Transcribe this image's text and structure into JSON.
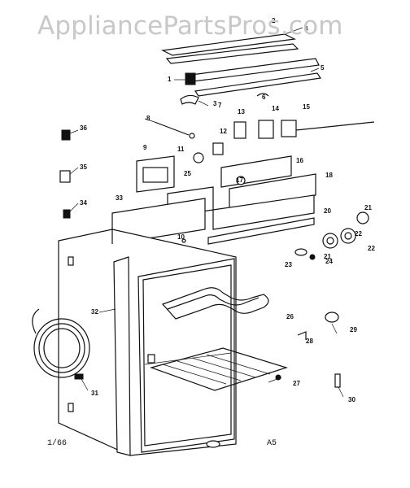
{
  "watermark": "AppliancePartsPros.com",
  "footer": {
    "left": "1/66",
    "right": "A5"
  },
  "callouts": [
    "1",
    "2",
    "3",
    "4",
    "5",
    "6",
    "7",
    "8",
    "9",
    "10",
    "11",
    "12",
    "13",
    "14",
    "15",
    "16",
    "17",
    "18",
    "20",
    "21",
    "21",
    "22",
    "22",
    "23",
    "24",
    "25",
    "26",
    "27",
    "28",
    "29",
    "30",
    "31",
    "32",
    "33",
    "34",
    "35",
    "36"
  ]
}
